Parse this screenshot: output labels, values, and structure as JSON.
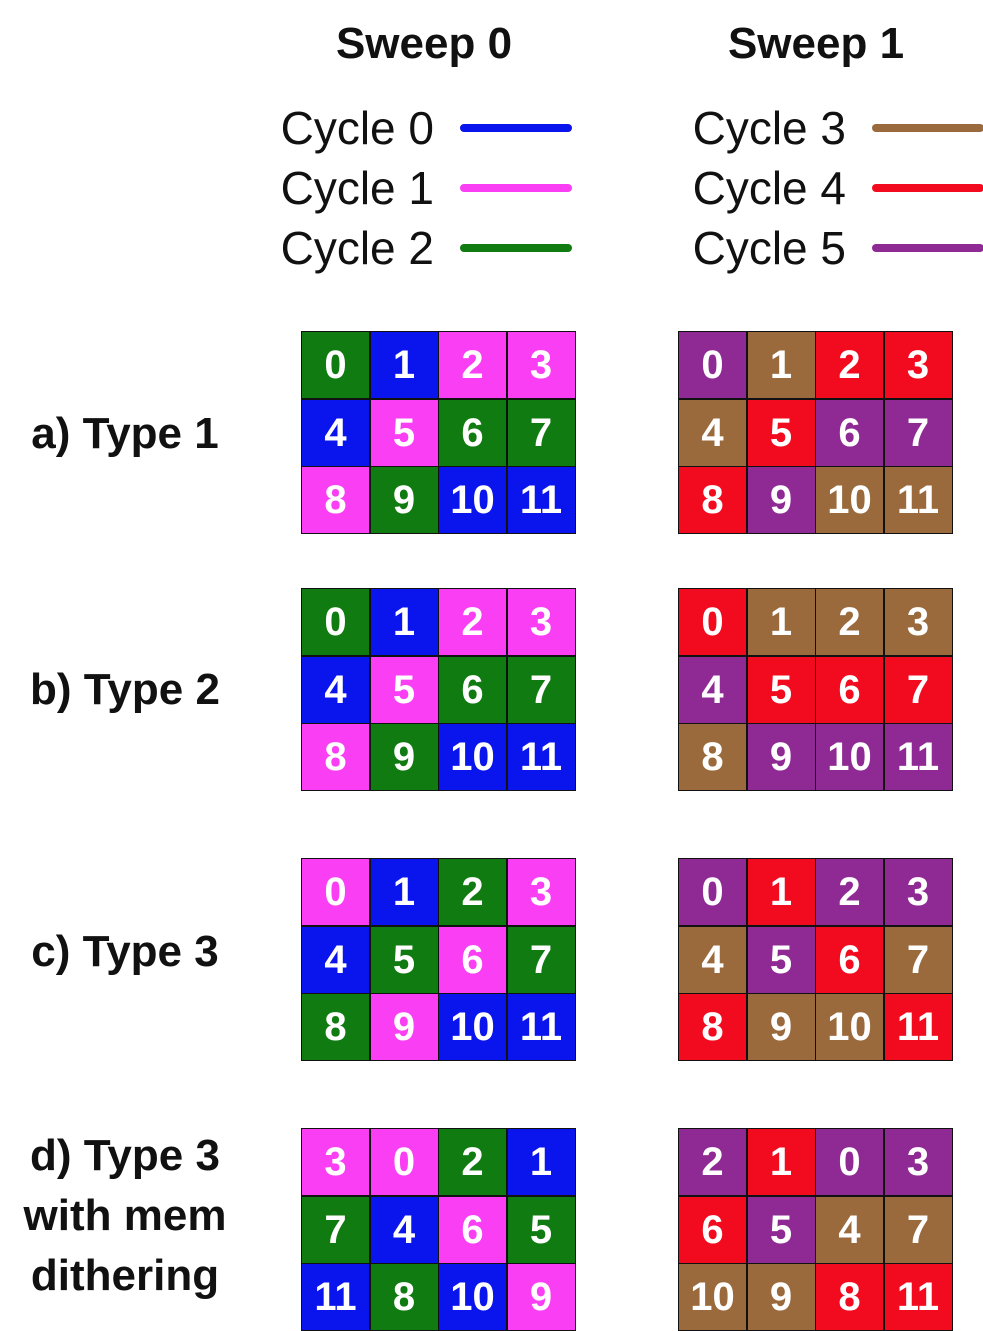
{
  "colors": {
    "c0": "#0a14ec",
    "c1": "#f93ef3",
    "c2": "#107b10",
    "c3": "#9a6a3c",
    "c4": "#f20b1e",
    "c5": "#8f2a94"
  },
  "sweeps": [
    {
      "title": "Sweep 0",
      "legend": [
        {
          "label": "Cycle 0",
          "color": "c0"
        },
        {
          "label": "Cycle 1",
          "color": "c1"
        },
        {
          "label": "Cycle 2",
          "color": "c2"
        }
      ]
    },
    {
      "title": "Sweep 1",
      "legend": [
        {
          "label": "Cycle 3",
          "color": "c3"
        },
        {
          "label": "Cycle 4",
          "color": "c4"
        },
        {
          "label": "Cycle 5",
          "color": "c5"
        }
      ]
    }
  ],
  "rows": [
    {
      "label": "a) Type 1",
      "grids": [
        [
          [
            {
              "n": "0",
              "c": "c2"
            },
            {
              "n": "1",
              "c": "c0"
            },
            {
              "n": "2",
              "c": "c1"
            },
            {
              "n": "3",
              "c": "c1"
            }
          ],
          [
            {
              "n": "4",
              "c": "c0"
            },
            {
              "n": "5",
              "c": "c1"
            },
            {
              "n": "6",
              "c": "c2"
            },
            {
              "n": "7",
              "c": "c2"
            }
          ],
          [
            {
              "n": "8",
              "c": "c1"
            },
            {
              "n": "9",
              "c": "c2"
            },
            {
              "n": "10",
              "c": "c0"
            },
            {
              "n": "11",
              "c": "c0"
            }
          ]
        ],
        [
          [
            {
              "n": "0",
              "c": "c5"
            },
            {
              "n": "1",
              "c": "c3"
            },
            {
              "n": "2",
              "c": "c4"
            },
            {
              "n": "3",
              "c": "c4"
            }
          ],
          [
            {
              "n": "4",
              "c": "c3"
            },
            {
              "n": "5",
              "c": "c4"
            },
            {
              "n": "6",
              "c": "c5"
            },
            {
              "n": "7",
              "c": "c5"
            }
          ],
          [
            {
              "n": "8",
              "c": "c4"
            },
            {
              "n": "9",
              "c": "c5"
            },
            {
              "n": "10",
              "c": "c3"
            },
            {
              "n": "11",
              "c": "c3"
            }
          ]
        ]
      ]
    },
    {
      "label": "b) Type 2",
      "grids": [
        [
          [
            {
              "n": "0",
              "c": "c2"
            },
            {
              "n": "1",
              "c": "c0"
            },
            {
              "n": "2",
              "c": "c1"
            },
            {
              "n": "3",
              "c": "c1"
            }
          ],
          [
            {
              "n": "4",
              "c": "c0"
            },
            {
              "n": "5",
              "c": "c1"
            },
            {
              "n": "6",
              "c": "c2"
            },
            {
              "n": "7",
              "c": "c2"
            }
          ],
          [
            {
              "n": "8",
              "c": "c1"
            },
            {
              "n": "9",
              "c": "c2"
            },
            {
              "n": "10",
              "c": "c0"
            },
            {
              "n": "11",
              "c": "c0"
            }
          ]
        ],
        [
          [
            {
              "n": "0",
              "c": "c4"
            },
            {
              "n": "1",
              "c": "c3"
            },
            {
              "n": "2",
              "c": "c3"
            },
            {
              "n": "3",
              "c": "c3"
            }
          ],
          [
            {
              "n": "4",
              "c": "c5"
            },
            {
              "n": "5",
              "c": "c4"
            },
            {
              "n": "6",
              "c": "c4"
            },
            {
              "n": "7",
              "c": "c4"
            }
          ],
          [
            {
              "n": "8",
              "c": "c3"
            },
            {
              "n": "9",
              "c": "c5"
            },
            {
              "n": "10",
              "c": "c5"
            },
            {
              "n": "11",
              "c": "c5"
            }
          ]
        ]
      ]
    },
    {
      "label": "c) Type 3",
      "grids": [
        [
          [
            {
              "n": "0",
              "c": "c1"
            },
            {
              "n": "1",
              "c": "c0"
            },
            {
              "n": "2",
              "c": "c2"
            },
            {
              "n": "3",
              "c": "c1"
            }
          ],
          [
            {
              "n": "4",
              "c": "c0"
            },
            {
              "n": "5",
              "c": "c2"
            },
            {
              "n": "6",
              "c": "c1"
            },
            {
              "n": "7",
              "c": "c2"
            }
          ],
          [
            {
              "n": "8",
              "c": "c2"
            },
            {
              "n": "9",
              "c": "c1"
            },
            {
              "n": "10",
              "c": "c0"
            },
            {
              "n": "11",
              "c": "c0"
            }
          ]
        ],
        [
          [
            {
              "n": "0",
              "c": "c5"
            },
            {
              "n": "1",
              "c": "c4"
            },
            {
              "n": "2",
              "c": "c5"
            },
            {
              "n": "3",
              "c": "c5"
            }
          ],
          [
            {
              "n": "4",
              "c": "c3"
            },
            {
              "n": "5",
              "c": "c5"
            },
            {
              "n": "6",
              "c": "c4"
            },
            {
              "n": "7",
              "c": "c3"
            }
          ],
          [
            {
              "n": "8",
              "c": "c4"
            },
            {
              "n": "9",
              "c": "c3"
            },
            {
              "n": "10",
              "c": "c3"
            },
            {
              "n": "11",
              "c": "c4"
            }
          ]
        ]
      ]
    },
    {
      "label": "d) Type 3\nwith mem\ndithering",
      "grids": [
        [
          [
            {
              "n": "3",
              "c": "c1"
            },
            {
              "n": "0",
              "c": "c1"
            },
            {
              "n": "2",
              "c": "c2"
            },
            {
              "n": "1",
              "c": "c0"
            }
          ],
          [
            {
              "n": "7",
              "c": "c2"
            },
            {
              "n": "4",
              "c": "c0"
            },
            {
              "n": "6",
              "c": "c1"
            },
            {
              "n": "5",
              "c": "c2"
            }
          ],
          [
            {
              "n": "11",
              "c": "c0"
            },
            {
              "n": "8",
              "c": "c2"
            },
            {
              "n": "10",
              "c": "c0"
            },
            {
              "n": "9",
              "c": "c1"
            }
          ]
        ],
        [
          [
            {
              "n": "2",
              "c": "c5"
            },
            {
              "n": "1",
              "c": "c4"
            },
            {
              "n": "0",
              "c": "c5"
            },
            {
              "n": "3",
              "c": "c5"
            }
          ],
          [
            {
              "n": "6",
              "c": "c4"
            },
            {
              "n": "5",
              "c": "c5"
            },
            {
              "n": "4",
              "c": "c3"
            },
            {
              "n": "7",
              "c": "c3"
            }
          ],
          [
            {
              "n": "10",
              "c": "c3"
            },
            {
              "n": "9",
              "c": "c3"
            },
            {
              "n": "8",
              "c": "c4"
            },
            {
              "n": "11",
              "c": "c4"
            }
          ]
        ]
      ]
    }
  ]
}
